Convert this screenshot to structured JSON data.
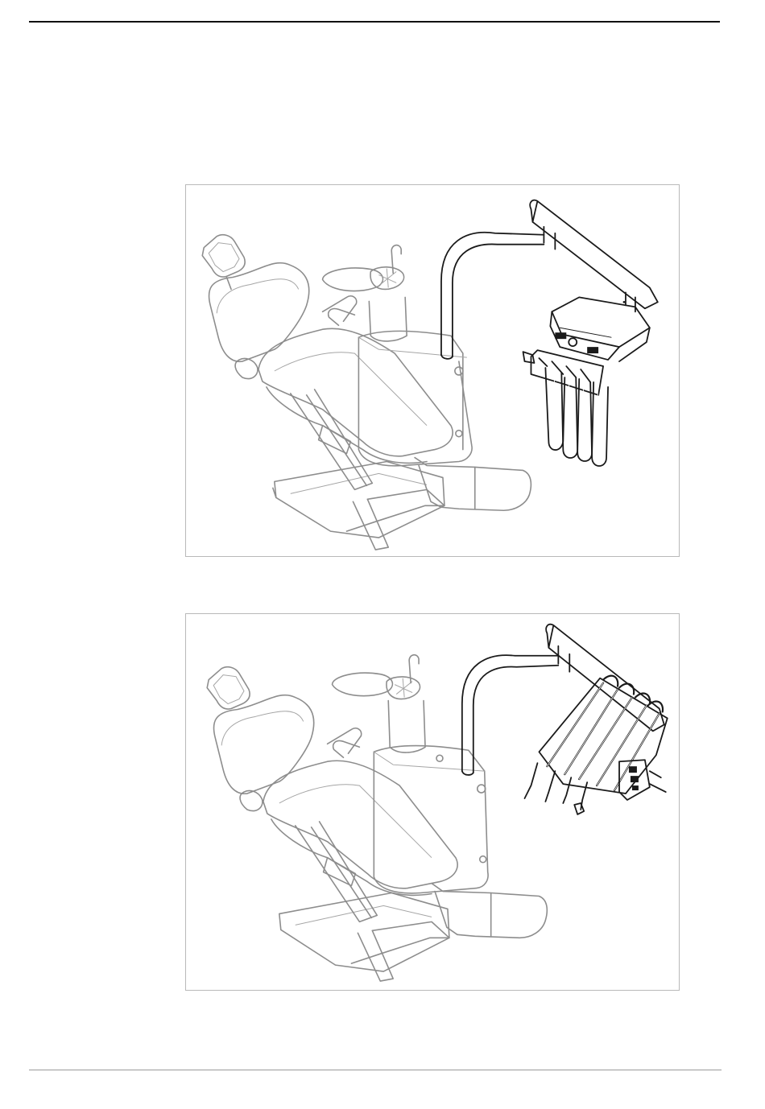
{
  "document": {
    "figures": [
      {
        "id": "fig-1",
        "subject": "dental-chair-with-hanging-hose-instrument-delivery-unit"
      },
      {
        "id": "fig-2",
        "subject": "dental-chair-with-whip-arm-instrument-delivery-unit"
      }
    ]
  },
  "colors": {
    "page": "#ffffff",
    "top_rule": "#111111",
    "bottom_rule": "#9a9a9a",
    "figure_border": "#b9b9b9",
    "chair_linework": "#8d8d8d",
    "delivery_unit_linework": "#1a1a1a"
  }
}
